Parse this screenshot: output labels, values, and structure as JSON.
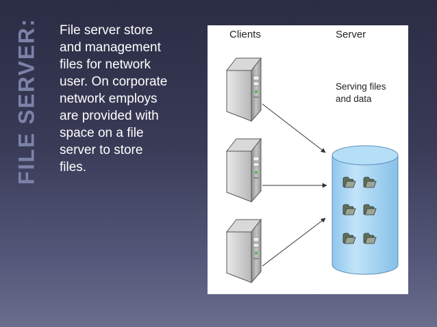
{
  "slide": {
    "title": "FILE SERVER:",
    "body": "File server store and management files for network user. On corporate network employs are provided with space on a file server to store files."
  },
  "diagram": {
    "clients_label": "Clients",
    "server_label": "Server",
    "serving_line1": "Serving files",
    "serving_line2": "and data"
  },
  "colors": {
    "title": "#7d82a8",
    "cylinder": "#a9d6f3",
    "background_top": "#2b2d45",
    "background_bottom": "#6a6d8c"
  }
}
